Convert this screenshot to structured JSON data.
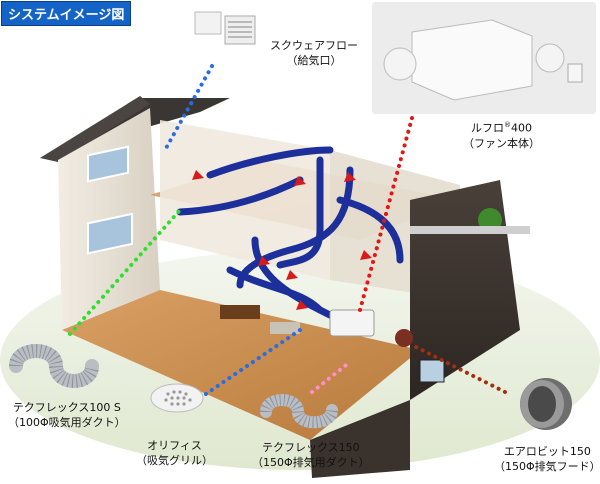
{
  "header": {
    "title": "システムイメージ図"
  },
  "labels": {
    "square_flow": {
      "line1": "スクウェアフロー",
      "line2": "（給気口）"
    },
    "lufro400": {
      "line1": "ルフロ",
      "sup": "®",
      "model": "400",
      "line2": "（ファン本体）"
    },
    "techflex100": {
      "line1": "テクフレックス100 S",
      "line2": "（100Φ吸気用ダクト）"
    },
    "orifice": {
      "line1": "オリフィス",
      "line2": "（吸気グリル）"
    },
    "techflex150": {
      "line1": "テクフレックス150",
      "line2": "（150Φ排気用ダクト）"
    },
    "aerobit150": {
      "line1": "エアロビット150",
      "line2": "（150Φ排気フード）"
    }
  },
  "colors": {
    "title_bg": "#1464c8",
    "supply_duct": "#1c2f9a",
    "exhaust_arrow": "#d81a1a",
    "dot_blue": "#2a6de0",
    "dot_green": "#2ee02e",
    "dot_red": "#e01818",
    "dot_pink": "#ff8fc8",
    "dot_brown": "#a03010"
  }
}
